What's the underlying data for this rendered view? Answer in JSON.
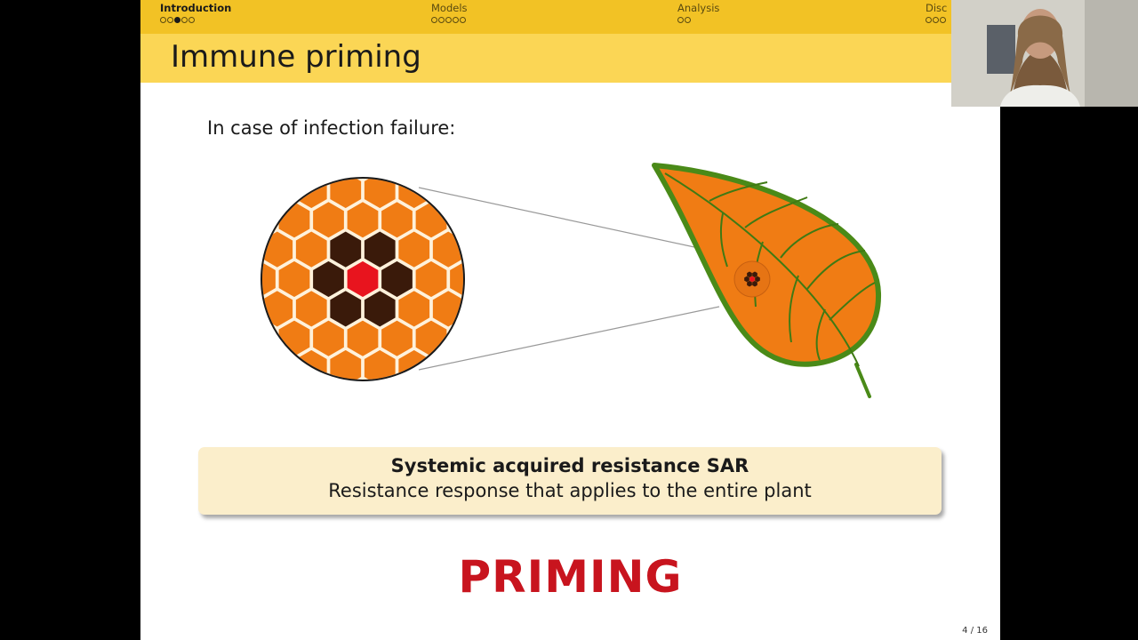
{
  "nav": {
    "sections": [
      {
        "label": "Introduction",
        "dots": 5,
        "current": 2
      },
      {
        "label": "Models",
        "dots": 5,
        "current": -1
      },
      {
        "label": "Analysis",
        "dots": 2,
        "current": -1
      },
      {
        "label": "Disc",
        "dots": 3,
        "current": -1
      }
    ]
  },
  "slide": {
    "title": "Immune priming",
    "intro": "In case of infection failure:",
    "definition": {
      "title": "Systemic acquired resistance SAR",
      "text": "Resistance response that applies to the entire plant"
    },
    "emphasis": "PRIMING",
    "page": "4 / 16"
  },
  "colors": {
    "nav_bg": "#f2c225",
    "title_bg": "#fbd655",
    "leaf_fill": "#f07c14",
    "leaf_outline": "#4a8a18",
    "infected_cell": "#e8141e",
    "dead_cell": "#3a1a0a",
    "emphasis": "#c8141e",
    "box_bg": "#fbeecb"
  },
  "webcam": {
    "icon": "presenter-webcam"
  }
}
